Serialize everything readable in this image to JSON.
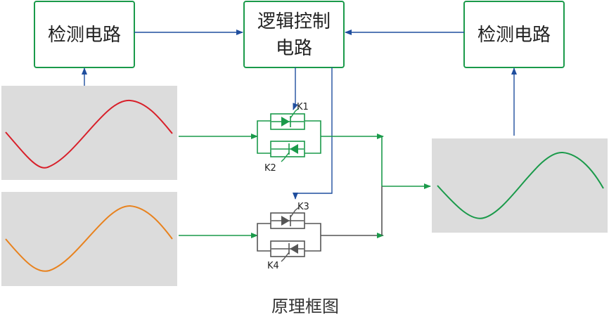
{
  "boxes": {
    "detect_left": "检测电路",
    "logic_line1": "逻辑控制",
    "logic_line2": "电路",
    "detect_right": "检测电路"
  },
  "switches": {
    "k1": "K1",
    "k2": "K2",
    "k3": "K3",
    "k4": "K4"
  },
  "caption": "原理框图",
  "colors": {
    "box_border": "#1a9a4a",
    "signal_green": "#1a9a4a",
    "control_blue": "#1f4e9e",
    "wave_red": "#d8202a",
    "wave_orange": "#e8821e",
    "panel_gray": "#dcdcdc",
    "switch_dark": "#555555"
  }
}
